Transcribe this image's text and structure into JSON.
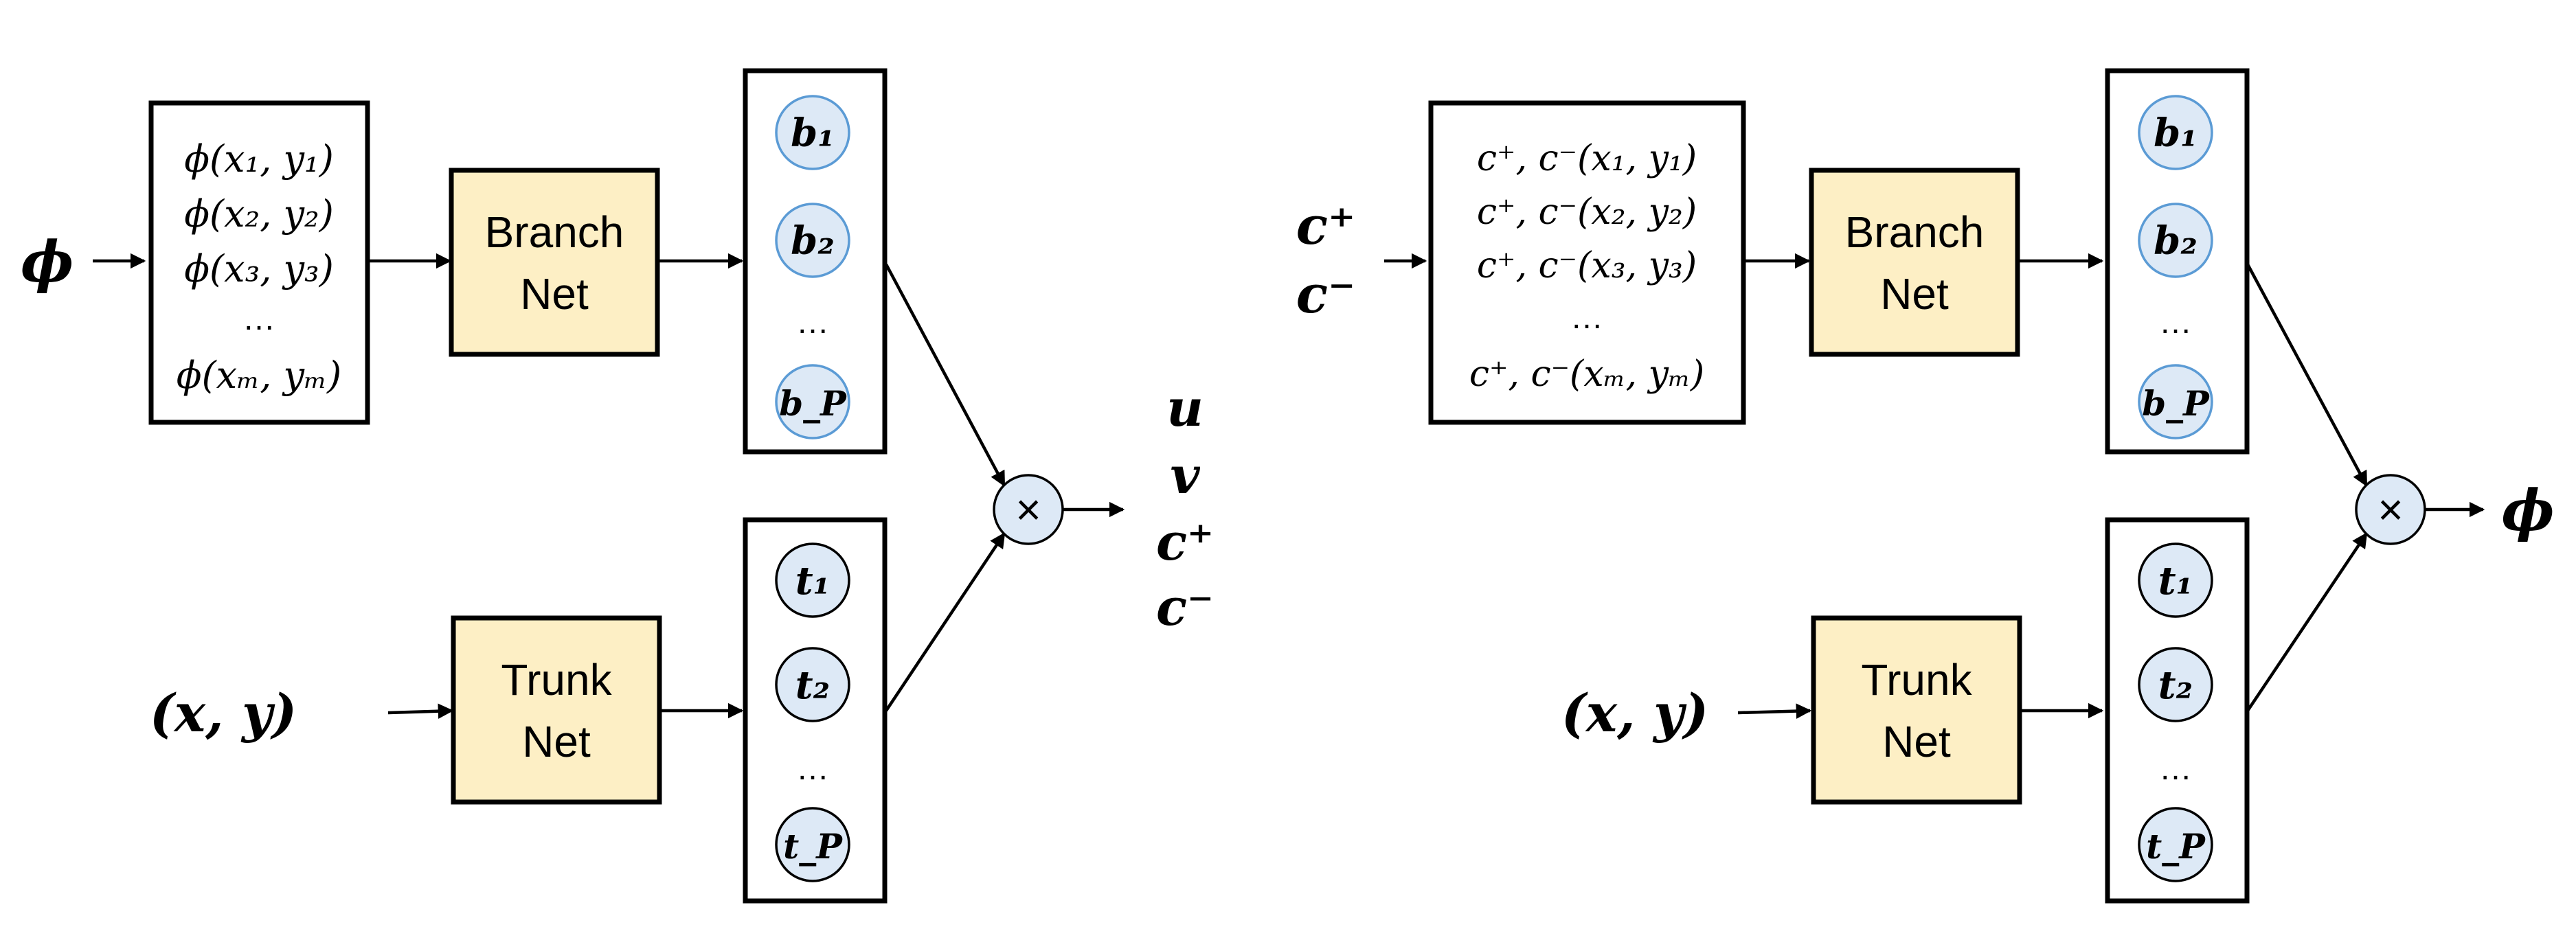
{
  "colors": {
    "net_fill": "#fdefc5",
    "node_fill": "#dde9f6",
    "branch_node_stroke": "#5b9bd5",
    "trunk_node_stroke": "#000000"
  },
  "left": {
    "input_phi": "ϕ",
    "sensor_rows": [
      "ϕ(x₁, y₁)",
      "ϕ(x₂, y₂)",
      "ϕ(x₃, y₃)",
      "…",
      "ϕ(xₘ, yₘ)"
    ],
    "branch_net": [
      "Branch",
      "Net"
    ],
    "branch_nodes": [
      "b₁",
      "b₂",
      "…",
      "b_P"
    ],
    "coord_input": "(x, y)",
    "trunk_net": [
      "Trunk",
      "Net"
    ],
    "trunk_nodes": [
      "t₁",
      "t₂",
      "…",
      "t_P"
    ],
    "product": "×",
    "outputs": [
      "u",
      "v",
      "c⁺",
      "c⁻"
    ]
  },
  "right": {
    "inputs": [
      "c⁺",
      "c⁻"
    ],
    "sensor_rows": [
      "c⁺, c⁻(x₁, y₁)",
      "c⁺, c⁻(x₂, y₂)",
      "c⁺, c⁻(x₃, y₃)",
      "…",
      "c⁺, c⁻(xₘ, yₘ)"
    ],
    "branch_net": [
      "Branch",
      "Net"
    ],
    "branch_nodes": [
      "b₁",
      "b₂",
      "…",
      "b_P"
    ],
    "coord_input": "(x, y)",
    "trunk_net": [
      "Trunk",
      "Net"
    ],
    "trunk_nodes": [
      "t₁",
      "t₂",
      "…",
      "t_P"
    ],
    "product": "×",
    "output": "ϕ"
  }
}
